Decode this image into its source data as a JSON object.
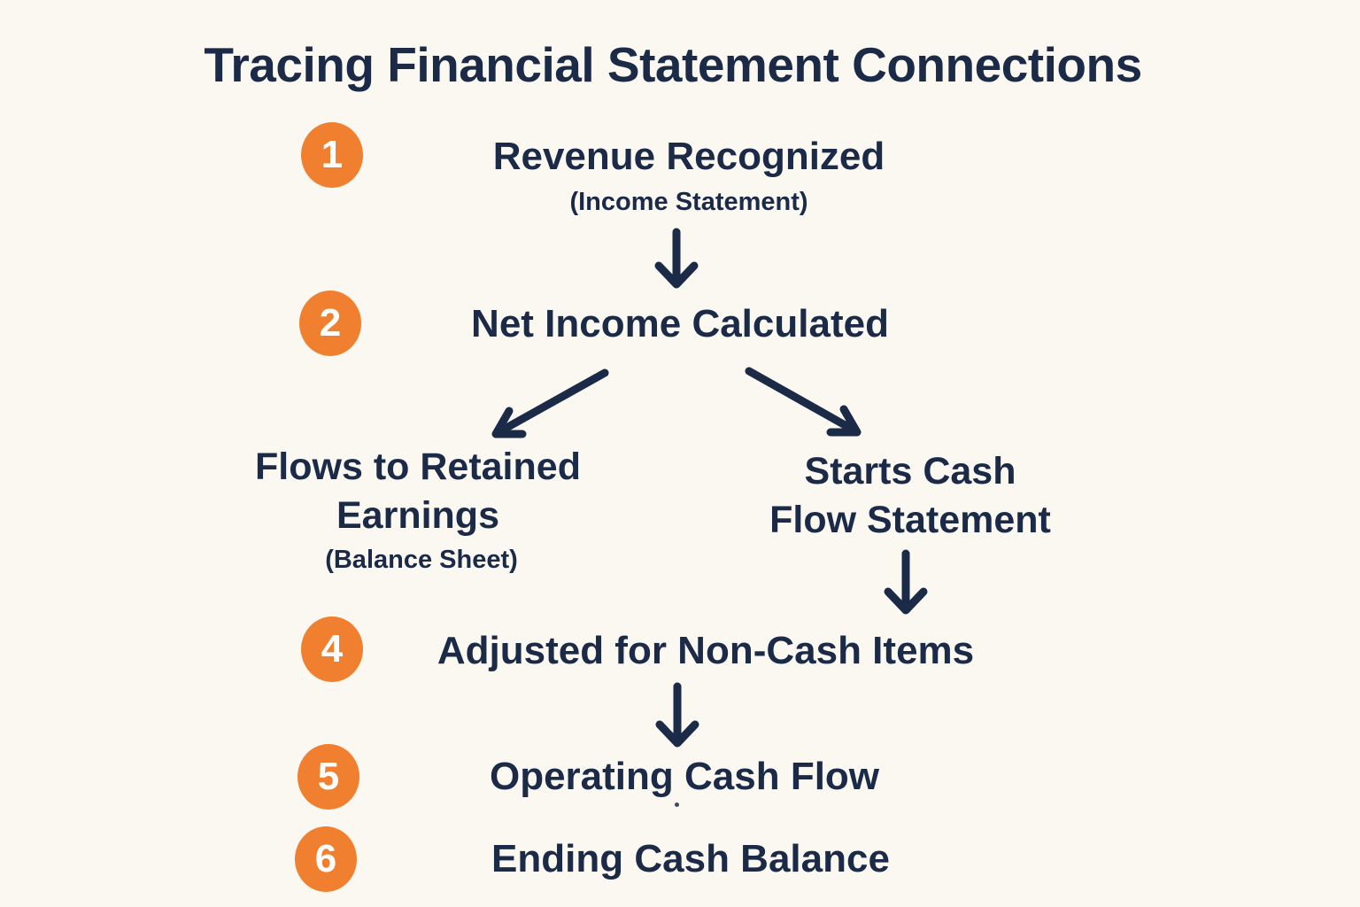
{
  "title": "Tracing Financial Statement Connections",
  "colors": {
    "background": "#FAF8F1",
    "ink": "#1B2A47",
    "accent": "#F0802F",
    "badge_text": "#FFFFFF"
  },
  "flow": {
    "step1": {
      "number": "1",
      "label": "Revenue Recognized",
      "sublabel": "(Income Statement)"
    },
    "step2": {
      "number": "2",
      "label": "Net Income Calculated"
    },
    "branch_left": {
      "label_line1": "Flows to Retained",
      "label_line2": "Earnings",
      "sublabel": "(Balance Sheet)"
    },
    "branch_right": {
      "label_line1": "Starts Cash",
      "label_line2": "Flow Statement"
    },
    "step4": {
      "number": "4",
      "label": "Adjusted for Non-Cash Items"
    },
    "step5": {
      "number": "5",
      "label": "Operating Cash Flow"
    },
    "step6": {
      "number": "6",
      "label": "Ending Cash Balance"
    }
  },
  "connections": [
    {
      "from": "step1",
      "to": "step2",
      "style": "vertical-arrow"
    },
    {
      "from": "step2",
      "to": "branch_left",
      "style": "diagonal-arrow"
    },
    {
      "from": "step2",
      "to": "branch_right",
      "style": "diagonal-arrow"
    },
    {
      "from": "branch_right",
      "to": "step4",
      "style": "vertical-arrow"
    },
    {
      "from": "step4",
      "to": "step5",
      "style": "vertical-arrow"
    }
  ]
}
